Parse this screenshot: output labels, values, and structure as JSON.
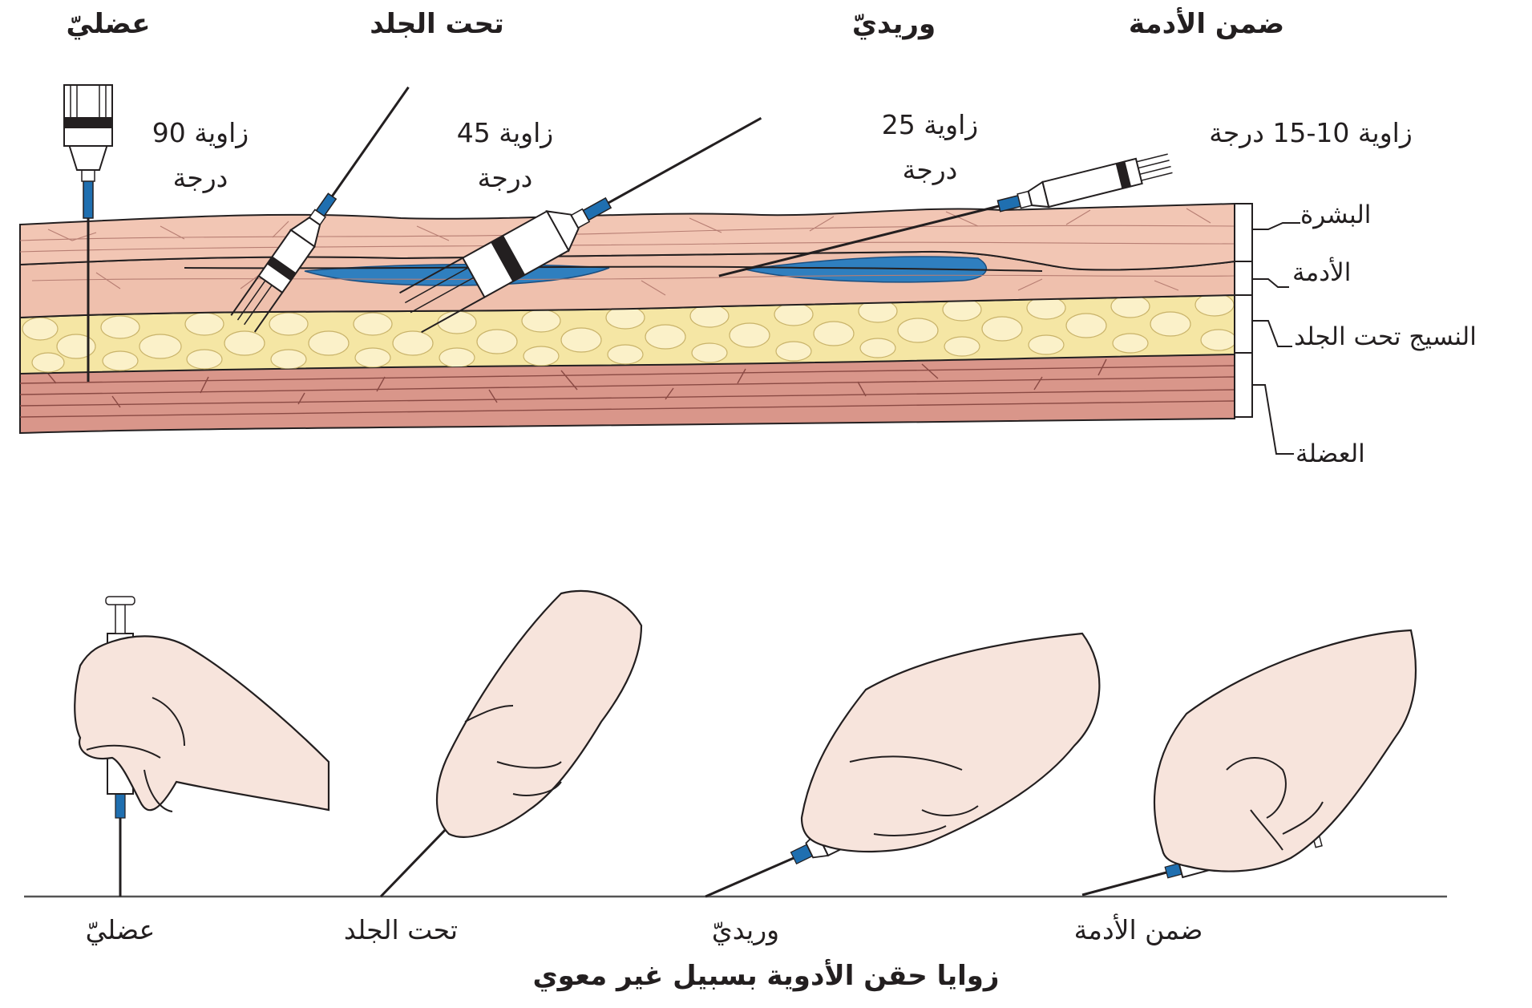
{
  "top_titles": {
    "intramuscular": "عضليّ",
    "subcutaneous": "تحت الجلد",
    "intravenous": "وريديّ",
    "intradermal": "ضمن الأدمة"
  },
  "angles": {
    "intramuscular": {
      "line1": "زاوية 90",
      "line2": "درجة"
    },
    "subcutaneous": {
      "line1": "زاوية 45",
      "line2": "درجة"
    },
    "intravenous": {
      "line1": "زاوية 25",
      "line2": "درجة"
    },
    "intradermal": {
      "line1": "زاوية 10-15 درجة"
    }
  },
  "layers": {
    "epidermis": "البشرة",
    "dermis": "الأدمة",
    "subcutaneous_tissue": "النسيج تحت الجلد",
    "muscle": "العضلة"
  },
  "bottom_labels": {
    "intramuscular": "عضليّ",
    "subcutaneous": "تحت الجلد",
    "intravenous": "وريديّ",
    "intradermal": "ضمن الأدمة"
  },
  "caption": "زوايا حقن الأدوية بسبيل غير معوي",
  "colors": {
    "epidermis": "#f2c6b4",
    "dermis": "#efc0ad",
    "fat": "#f5e6a4",
    "fat_cell": "#fbf1c9",
    "muscle": "#d9968a",
    "vein": "#2f7fbf",
    "needle_hub": "#1f6fb0",
    "skin_hand": "#f7e4dc",
    "outline": "#231f20"
  }
}
